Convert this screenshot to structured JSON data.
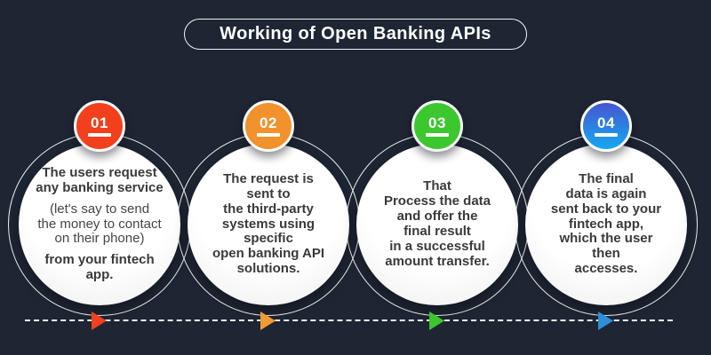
{
  "title": "Working of Open Banking APIs",
  "colors": {
    "background": "#1e2533",
    "title_border": "#f4f5f7",
    "title_text": "#ffffff",
    "circle_fill": "#ffffff",
    "body_text": "#3a3a3c",
    "dash_line": "#f2f3f5"
  },
  "steps": [
    {
      "number": "01",
      "badge_bg": "#f2401d",
      "arrow_color": "#f2401d",
      "blocks": [
        {
          "text": "The users request\nany banking service"
        },
        {
          "text": "(let's say to send\nthe money to contact\non their phone)"
        },
        {
          "text": "from your fintech\napp."
        }
      ]
    },
    {
      "number": "02",
      "badge_bg": "#f2922d",
      "arrow_color": "#f09a33",
      "blocks": [
        {
          "text": "The request is\nsent to\nthe third-party\nsystems using\nspecific\nopen banking API\nsolutions."
        }
      ]
    },
    {
      "number": "03",
      "badge_bg": "#3dc72e",
      "arrow_color": "#3cc52c",
      "blocks": [
        {
          "text": "That\nProcess the data\nand offer the\nfinal result\nin a successful\namount transfer."
        }
      ]
    },
    {
      "number": "04",
      "badge_bg": "linear-gradient(180deg, #4656cf 0%, #15a9f1 100%)",
      "arrow_color": "#2d8fd8",
      "blocks": [
        {
          "text": "The final\ndata is again\nsent back to your\nfintech app,\nwhich the user\nthen\naccesses."
        }
      ]
    }
  ]
}
